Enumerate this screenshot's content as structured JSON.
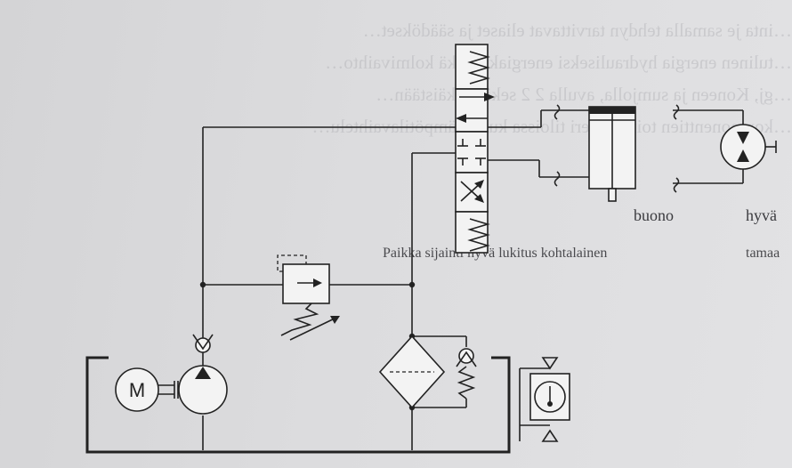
{
  "background_text": [
    "…inta je samalla tehdyn tarvittavat eliaset ja säädökset…",
    "…tulinen energia hydrauliseksi energiaksi sekä kolmivaihto…",
    "…gj, Koneen ja sumjolla, avulla 2 2 sekä pätkäistään…",
    "…komponenttien toiminta eri tiloissa kuten lämpötilavaihtelu…"
  ],
  "labels": {
    "motor": "M",
    "buono": "buono",
    "hyv": "hyvä",
    "row_text": "Paikka sijainti hyvä lukitus kohtalainen",
    "left_word": "tamaa"
  },
  "icons": [
    "electric-motor-icon",
    "hydraulic-pump-icon",
    "check-valve-icon",
    "pressure-relief-valve-icon",
    "directional-control-valve-icon",
    "hydraulic-cylinder-icon",
    "hydraulic-motor-icon",
    "filter-icon",
    "thermometer-icon",
    "tank-icon"
  ]
}
